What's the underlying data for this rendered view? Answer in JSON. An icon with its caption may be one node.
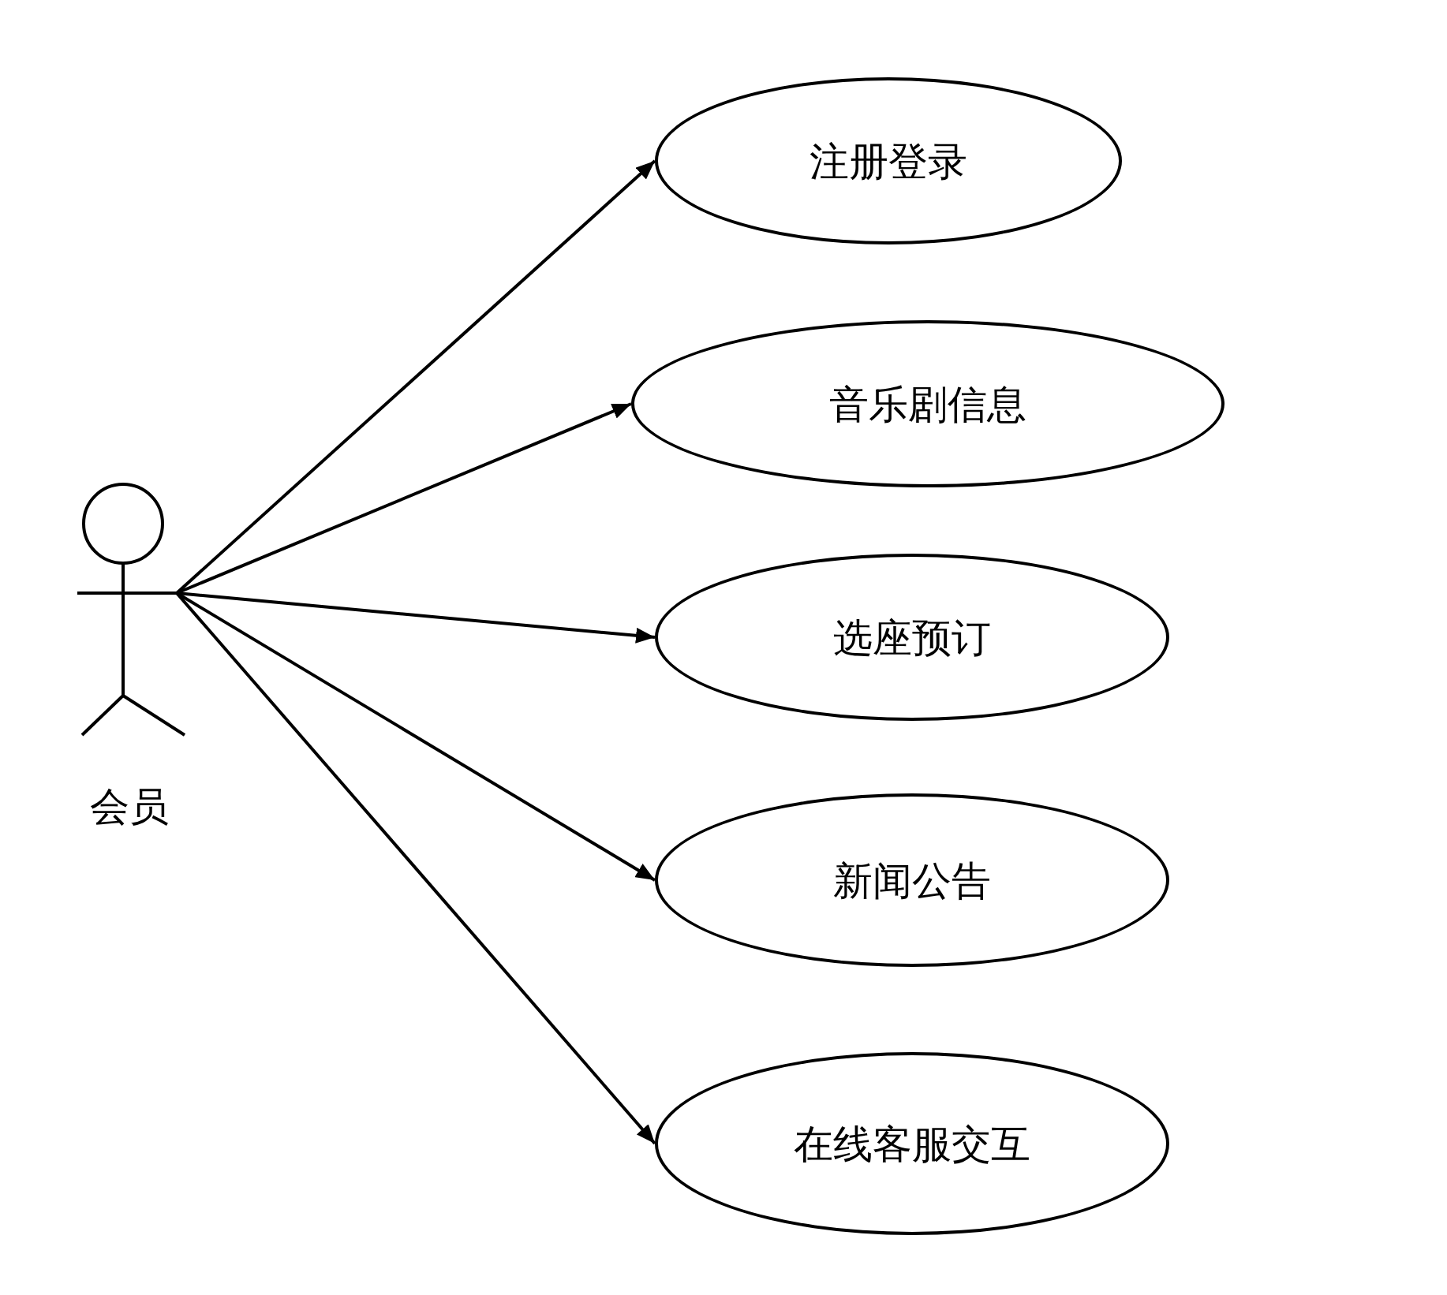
{
  "diagram": {
    "nodes": [
      {
        "text": [
          "会员"
        ]
      },
      {
        "text": [
          "注册登录"
        ]
      },
      {
        "text": [
          "音乐剧信息"
        ]
      },
      {
        "text": [
          "选座预订"
        ]
      },
      {
        "text": [
          "新闻公告"
        ]
      },
      {
        "text": [
          "在线客服交互"
        ]
      }
    ],
    "edges": [
      {
        "from": 0,
        "to": 1,
        "arrow": "to"
      },
      {
        "from": 0,
        "to": 2,
        "arrow": "to"
      },
      {
        "from": 0,
        "to": 3,
        "arrow": "to"
      },
      {
        "from": 0,
        "to": 4,
        "arrow": "to"
      },
      {
        "from": 0,
        "to": 5,
        "arrow": "to"
      }
    ]
  }
}
